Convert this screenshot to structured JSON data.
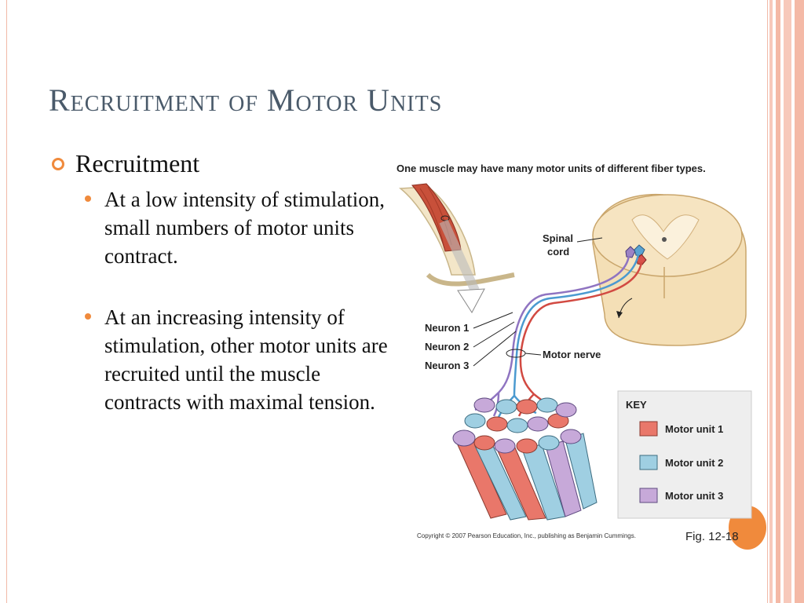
{
  "slide": {
    "title": "Recruitment of Motor Units",
    "bullet": "Recruitment",
    "sub_bullets": [
      "At a low intensity of stimulation, small numbers of motor units contract.",
      "At an increasing intensity of stimulation, other motor units are recruited until the muscle contracts with maximal tension."
    ]
  },
  "figure": {
    "caption_top": "One muscle may have many motor units of different fiber types.",
    "labels": {
      "spinal_cord_1": "Spinal",
      "spinal_cord_2": "cord",
      "neuron1": "Neuron 1",
      "neuron2": "Neuron 2",
      "neuron3": "Neuron 3",
      "motor_nerve": "Motor nerve"
    },
    "key": {
      "title": "KEY",
      "items": [
        {
          "label": "Motor unit 1",
          "color": "#e9776a"
        },
        {
          "label": "Motor unit 2",
          "color": "#9fcfe2"
        },
        {
          "label": "Motor unit 3",
          "color": "#c7a9d9"
        }
      ]
    },
    "copyright": "Copyright © 2007 Pearson Education, Inc., publishing as Benjamin Cummings.",
    "fig_number": "Fig. 12-18"
  },
  "colors": {
    "accent": "#f08a3c",
    "title": "#4a5a6a",
    "stripe": "#f4b9a6"
  }
}
